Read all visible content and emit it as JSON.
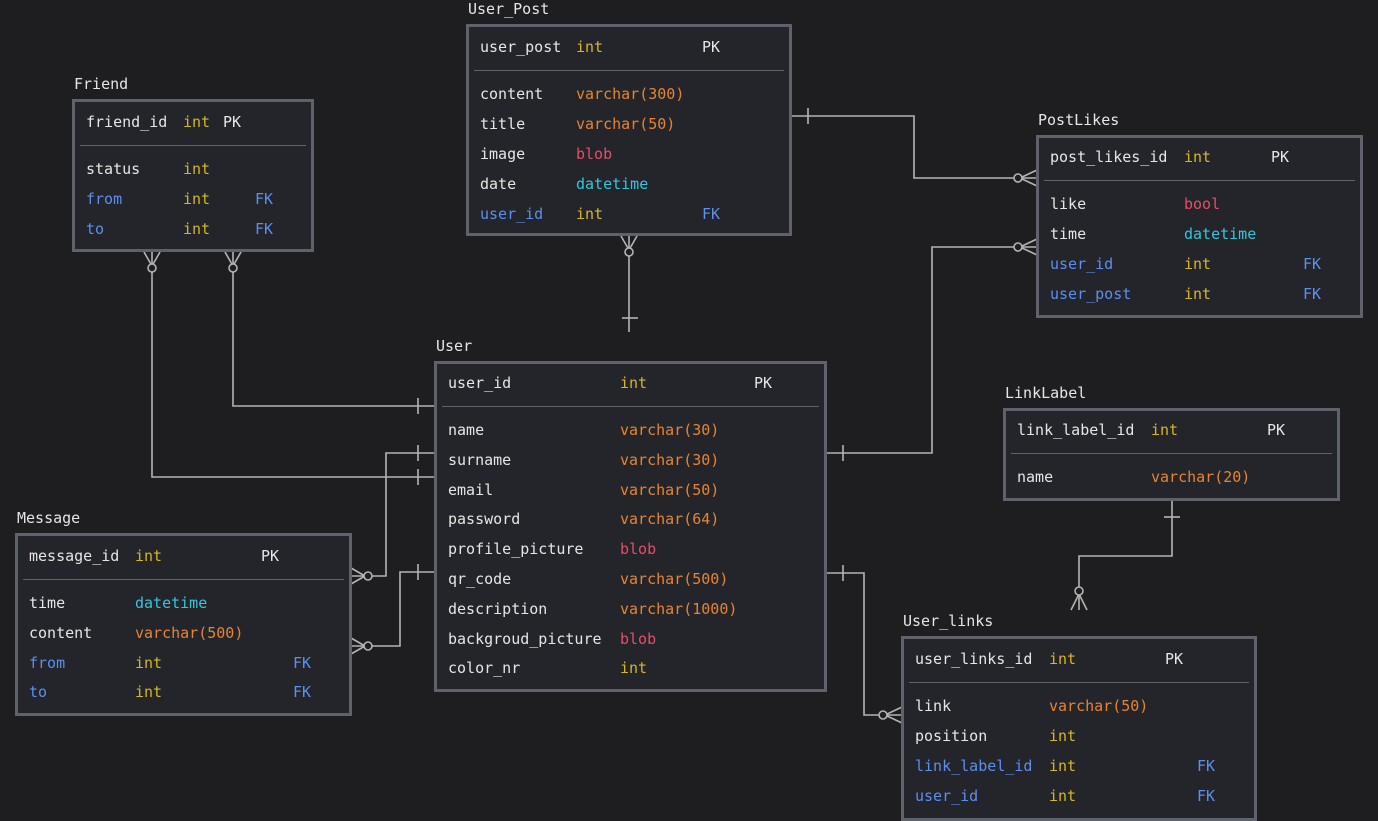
{
  "colors": {
    "background": "#1e1e20",
    "table_fill": "#23252b",
    "table_border": "#5f626b",
    "text": "#e6e6e6",
    "fk_text": "#5b8ff0",
    "type_int": "#d6b623",
    "type_varchar": "#e8842f",
    "type_blob": "#e64d6a",
    "type_datetime": "#34c6dd",
    "type_bool": "#e64d6a",
    "line": "#b4b4b4"
  },
  "tables": {
    "user_post": {
      "title": "User_Post",
      "columns": [
        {
          "name": "user_post",
          "type": "int",
          "key": "PK"
        },
        {
          "name": "content",
          "type": "varchar(300)",
          "key": ""
        },
        {
          "name": "title",
          "type": "varchar(50)",
          "key": ""
        },
        {
          "name": "image",
          "type": "blob",
          "key": ""
        },
        {
          "name": "date",
          "type": "datetime",
          "key": ""
        },
        {
          "name": "user_id",
          "type": "int",
          "key": "FK"
        }
      ]
    },
    "friend": {
      "title": "Friend",
      "columns": [
        {
          "name": "friend_id",
          "type": "int",
          "key": "PK"
        },
        {
          "name": "status",
          "type": "int",
          "key": ""
        },
        {
          "name": "from",
          "type": "int",
          "key": "FK"
        },
        {
          "name": "to",
          "type": "int",
          "key": "FK"
        }
      ]
    },
    "post_likes": {
      "title": "PostLikes",
      "columns": [
        {
          "name": "post_likes_id",
          "type": "int",
          "key": "PK"
        },
        {
          "name": "like",
          "type": "bool",
          "key": ""
        },
        {
          "name": "time",
          "type": "datetime",
          "key": ""
        },
        {
          "name": "user_id",
          "type": "int",
          "key": "FK"
        },
        {
          "name": "user_post",
          "type": "int",
          "key": "FK"
        }
      ]
    },
    "user": {
      "title": "User",
      "columns": [
        {
          "name": "user_id",
          "type": "int",
          "key": "PK"
        },
        {
          "name": "name",
          "type": "varchar(30)",
          "key": ""
        },
        {
          "name": "surname",
          "type": "varchar(30)",
          "key": ""
        },
        {
          "name": "email",
          "type": "varchar(50)",
          "key": ""
        },
        {
          "name": "password",
          "type": "varchar(64)",
          "key": ""
        },
        {
          "name": "profile_picture",
          "type": "blob",
          "key": ""
        },
        {
          "name": "qr_code",
          "type": "varchar(500)",
          "key": ""
        },
        {
          "name": "description",
          "type": "varchar(1000)",
          "key": ""
        },
        {
          "name": "backgroud_picture",
          "type": "blob",
          "key": ""
        },
        {
          "name": "color_nr",
          "type": "int",
          "key": ""
        }
      ]
    },
    "link_label": {
      "title": "LinkLabel",
      "columns": [
        {
          "name": "link_label_id",
          "type": "int",
          "key": "PK"
        },
        {
          "name": "name",
          "type": "varchar(20)",
          "key": ""
        }
      ]
    },
    "message": {
      "title": "Message",
      "columns": [
        {
          "name": "message_id",
          "type": "int",
          "key": "PK"
        },
        {
          "name": "time",
          "type": "datetime",
          "key": ""
        },
        {
          "name": "content",
          "type": "varchar(500)",
          "key": ""
        },
        {
          "name": "from",
          "type": "int",
          "key": "FK"
        },
        {
          "name": "to",
          "type": "int",
          "key": "FK"
        }
      ]
    },
    "user_links": {
      "title": "User_links",
      "columns": [
        {
          "name": "user_links_id",
          "type": "int",
          "key": "PK"
        },
        {
          "name": "link",
          "type": "varchar(50)",
          "key": ""
        },
        {
          "name": "position",
          "type": "int",
          "key": ""
        },
        {
          "name": "link_label_id",
          "type": "int",
          "key": "FK"
        },
        {
          "name": "user_id",
          "type": "int",
          "key": "FK"
        }
      ]
    }
  }
}
